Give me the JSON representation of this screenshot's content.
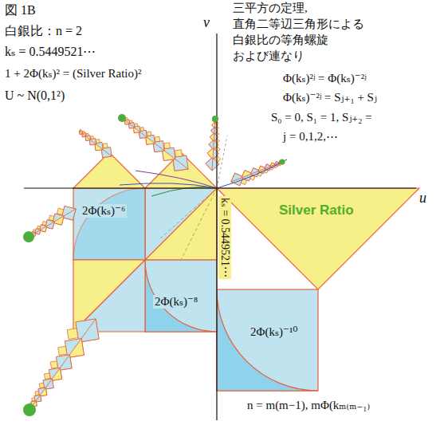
{
  "diagram": {
    "title": "図 1B",
    "labels": [
      "白銀比：n = 2",
      "kₛ = 0.5449521⋯",
      "1 + 2Φ(kₛ)² = (Silver Ratio)²",
      "U ~ N(0,1²)",
      "三平方の定理,",
      "直角二等辺三角形による",
      "白銀比の等角螺旋",
      "および連なり",
      "Φ(kₛ)²ʲ = Φ(kₛ)⁻²ʲ",
      "Φ(kₛ)⁻²ʲ = Sⱼ₊₁ + Sⱼ",
      "S₀ = 0, S₁ = 1, Sⱼ₊₂ =",
      "j = 0,1,2,⋯",
      "v",
      "u",
      "2Φ(kₛ)⁻⁶",
      "2Φ(kₛ)⁻⁸",
      "2Φ(kₛ)⁻¹⁰",
      "kₛ = 0.5449521⋯",
      "Silver Ratio",
      "n = m(m−1), mΦ(kₘ₍ₘ₋₁₎"
    ]
  }
}
